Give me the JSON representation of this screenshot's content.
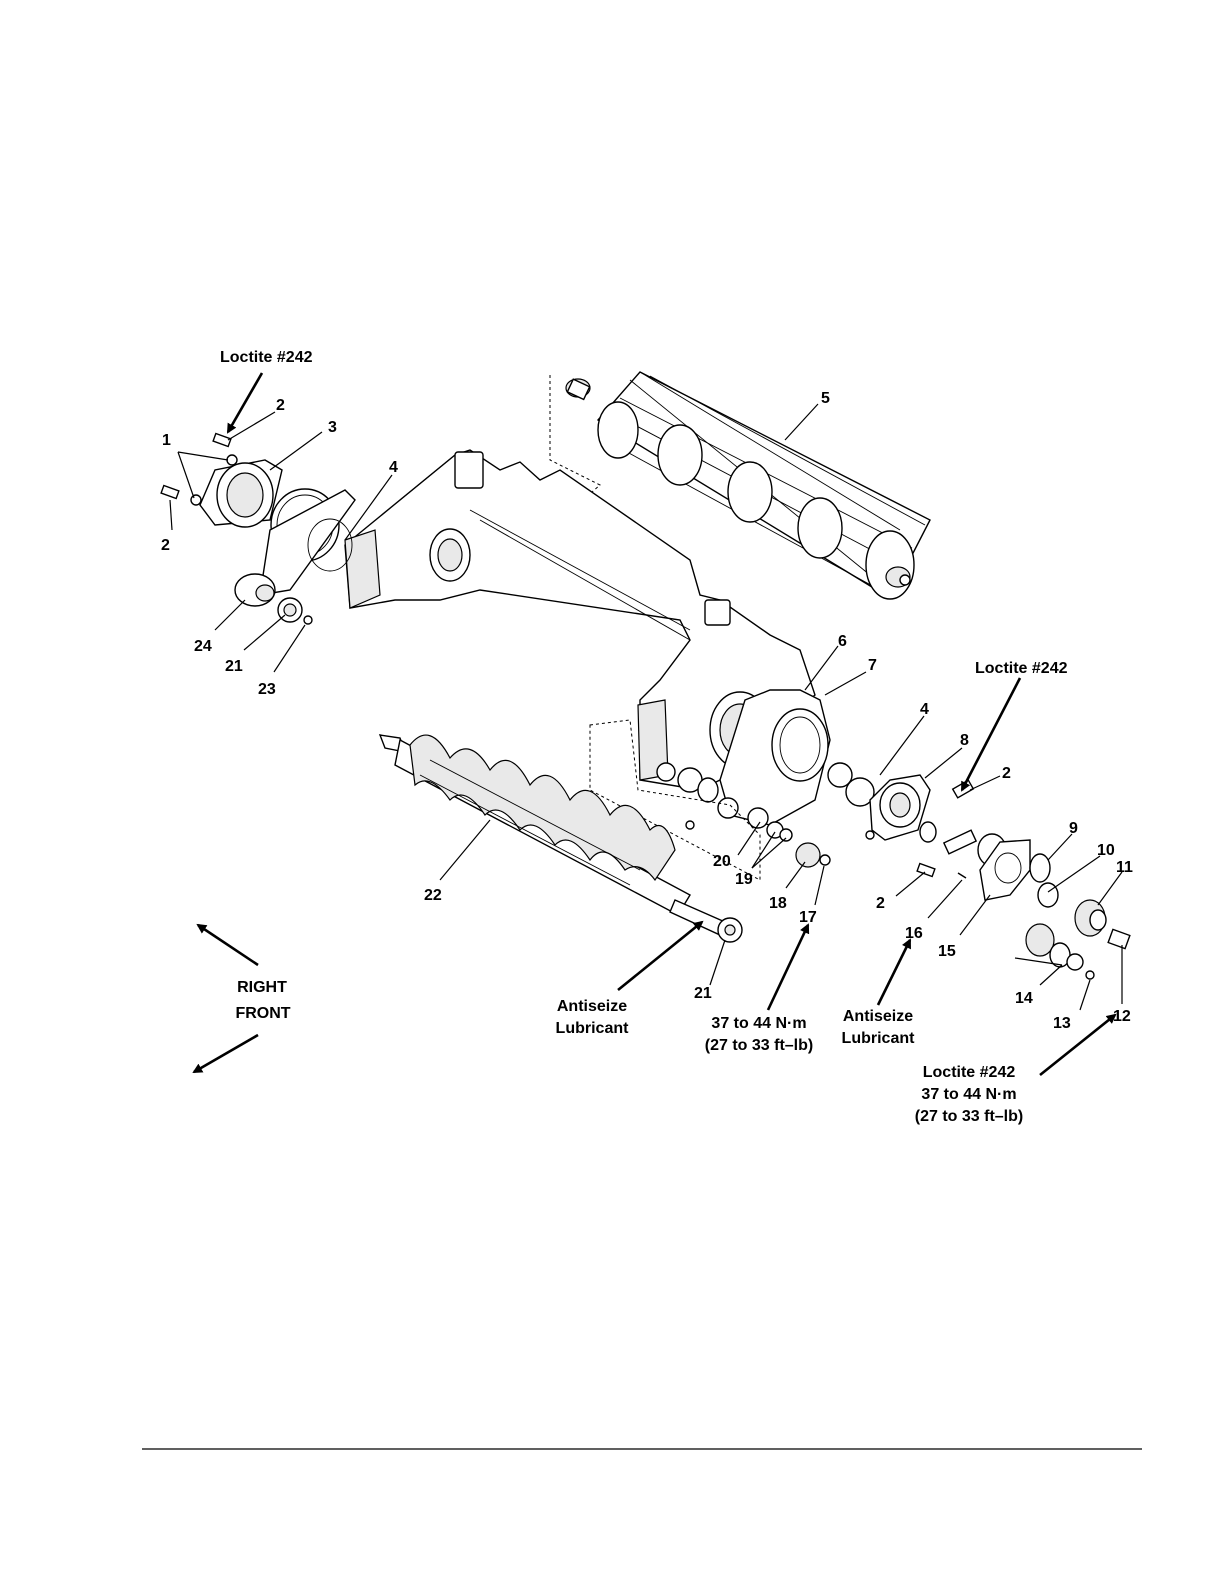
{
  "callouts": {
    "c1": "1",
    "c2a": "2",
    "c2b": "2",
    "c3": "3",
    "c4a": "4",
    "c5": "5",
    "c24": "24",
    "c21a": "21",
    "c23": "23",
    "c6": "6",
    "c7": "7",
    "c4b": "4",
    "c8": "8",
    "c2c": "2",
    "c2d": "2",
    "c9": "9",
    "c10": "10",
    "c11": "11",
    "c20": "20",
    "c19": "19",
    "c18": "18",
    "c17": "17",
    "c16": "16",
    "c15": "15",
    "c14": "14",
    "c13": "13",
    "c12": "12",
    "c22": "22",
    "c21b": "21"
  },
  "notes": {
    "loctite_top": "Loctite #242",
    "loctite_right": "Loctite #242",
    "antiseize_left_1": "Antiseize",
    "antiseize_left_2": "Lubricant",
    "torque_mid_1": "37 to 44 N·m",
    "torque_mid_2": "(27 to 33 ft–lb)",
    "antiseize_right_1": "Antiseize",
    "antiseize_right_2": "Lubricant",
    "loctite_bottom_1": "Loctite #242",
    "loctite_bottom_2": "37 to 44 N·m",
    "loctite_bottom_3": "(27 to 33 ft–lb)"
  },
  "orientation": {
    "right": "RIGHT",
    "front": "FRONT"
  }
}
